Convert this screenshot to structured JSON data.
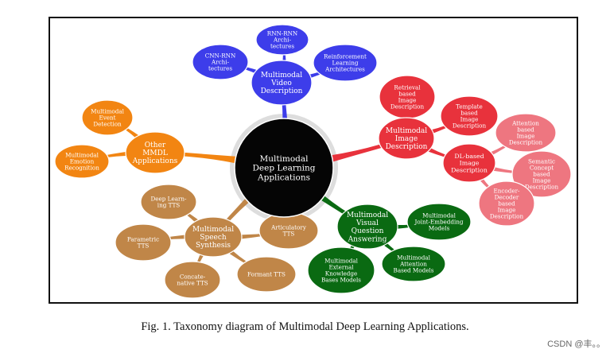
{
  "caption": "Fig. 1.  Taxonomy diagram of Multimodal Deep Learning Applications.",
  "watermark": "CSDN @丰。。",
  "colors": {
    "root": "#050505",
    "video": "#3d3dea",
    "image": "#e8323c",
    "image_light": "#ee7680",
    "vqa": "#0a6a12",
    "speech": "#c08648",
    "mmdl_other": "#f28512"
  },
  "root": {
    "lines": [
      "Multimodal",
      "Deep Learning",
      "Applications"
    ]
  },
  "branches": [
    {
      "id": "video",
      "lines": [
        "Multimodal",
        "Video",
        "Description"
      ],
      "children": [
        {
          "lines": [
            "CNN-RNN",
            "Archi-",
            "tectures"
          ]
        },
        {
          "lines": [
            "RNN-RNN",
            "Archi-",
            "tectures"
          ]
        },
        {
          "lines": [
            "Reinforcement",
            "Learning",
            "Architectures"
          ]
        }
      ]
    },
    {
      "id": "image",
      "lines": [
        "Multimodal",
        "Image",
        "Description"
      ],
      "children": [
        {
          "lines": [
            "Retrieval",
            "based",
            "Image",
            "Description"
          ]
        },
        {
          "lines": [
            "Template",
            "based",
            "Image",
            "Description"
          ]
        },
        {
          "lines": [
            "DL-based",
            "Image",
            "Description"
          ],
          "children": [
            {
              "lines": [
                "Attention",
                "based",
                "Image",
                "Description"
              ]
            },
            {
              "lines": [
                "Semantic",
                "Concept",
                "based",
                "Image",
                "Description"
              ]
            },
            {
              "lines": [
                "Encoder-",
                "Decoder",
                "based",
                "Image",
                "Description"
              ]
            }
          ]
        }
      ]
    },
    {
      "id": "vqa",
      "lines": [
        "Multimodal",
        "Visual",
        "Question",
        "Answering"
      ],
      "children": [
        {
          "lines": [
            "Multimodal",
            "Joint-Embedding",
            "Models"
          ]
        },
        {
          "lines": [
            "Multimodal",
            "Attention",
            "Based Models"
          ]
        },
        {
          "lines": [
            "Multimodal",
            "External",
            "Knowledge",
            "Bases Models"
          ]
        }
      ]
    },
    {
      "id": "speech",
      "lines": [
        "Multimodal",
        "Speech",
        "Synthesis"
      ],
      "children": [
        {
          "lines": [
            "Deep Learn-",
            "ing TTS"
          ]
        },
        {
          "lines": [
            "Articulatory",
            "TTS"
          ]
        },
        {
          "lines": [
            "Formant TTS"
          ]
        },
        {
          "lines": [
            "Concate-",
            "native TTS"
          ]
        },
        {
          "lines": [
            "Parametric",
            "TTS"
          ]
        }
      ]
    },
    {
      "id": "other",
      "lines": [
        "Other",
        "MMDL",
        "Applications"
      ],
      "children": [
        {
          "lines": [
            "Multimodal",
            "Event",
            "Detection"
          ]
        },
        {
          "lines": [
            "Multimodal",
            "Emotion",
            "Recognition"
          ]
        }
      ]
    }
  ]
}
